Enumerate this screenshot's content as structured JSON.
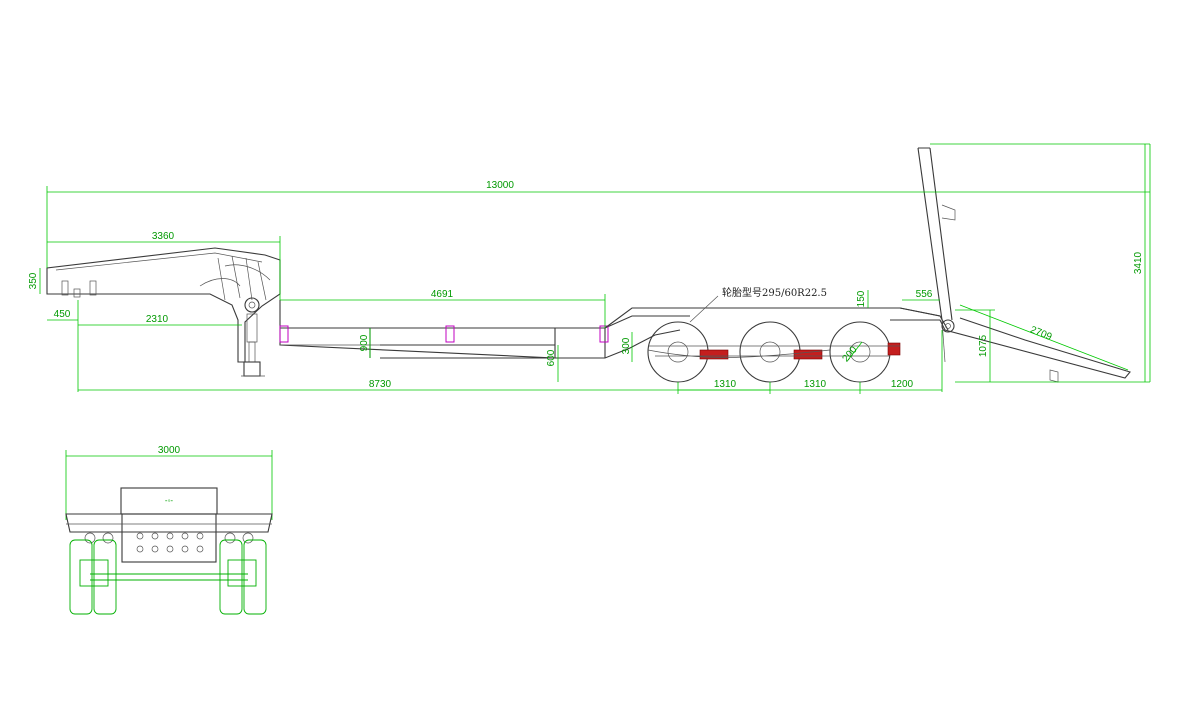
{
  "side_view": {
    "dimensions": {
      "overall_length": "13000",
      "gooseneck_length": "3360",
      "gooseneck_height": "350",
      "kingpin_offset": "450",
      "kingpin_to_leg": "2310",
      "deck_length": "4691",
      "deck_height_front": "900",
      "deck_height_mid": "600",
      "ramp_rise": "150",
      "rear_deck_length": "556",
      "ramp_length": "2709",
      "overall_height": "3410",
      "rear_height": "1075",
      "kingpin_to_axle": "8730",
      "axle_spacing_1": "1310",
      "axle_spacing_2": "1310",
      "rear_overhang": "1200",
      "small_dim_a": "300",
      "small_dim_b": "200"
    },
    "tire_note": "轮胎型号295/60R22.5"
  },
  "front_view": {
    "dimensions": {
      "overall_width": "3000"
    }
  }
}
